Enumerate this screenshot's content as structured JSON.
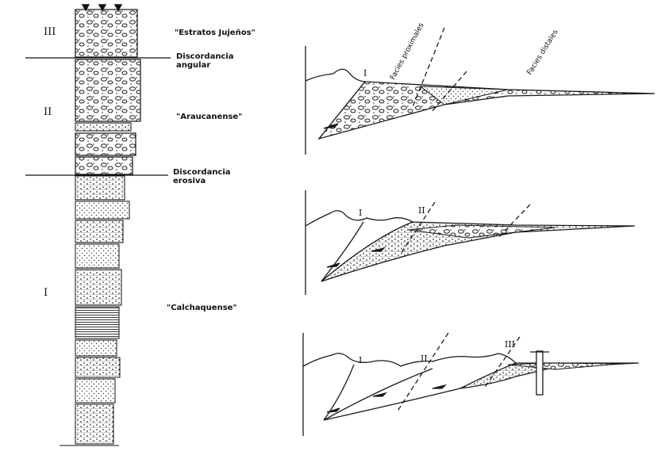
{
  "column": {
    "units": [
      {
        "roman": "III",
        "name": "\"Estratos Jujeños\""
      },
      {
        "roman": "II",
        "name": "\"Araucanense\""
      },
      {
        "roman": "I",
        "name": "\"Calchaquense\""
      }
    ],
    "boundaries": [
      {
        "line1": "Discordancia",
        "line2": "angular"
      },
      {
        "line1": "Discordancia",
        "line2": "erosiva"
      }
    ]
  },
  "panels": {
    "top": {
      "roman": "I",
      "facies_proximal": "Facies proximales",
      "facies_distal": "Facies distales"
    },
    "middle": {
      "romans": [
        "I",
        "II"
      ]
    },
    "bottom": {
      "romans": [
        "I",
        "II",
        "III"
      ]
    }
  },
  "colors": {
    "ink": "#1a1a1a",
    "paper": "#ffffff",
    "fill": "#f2f2f2"
  }
}
